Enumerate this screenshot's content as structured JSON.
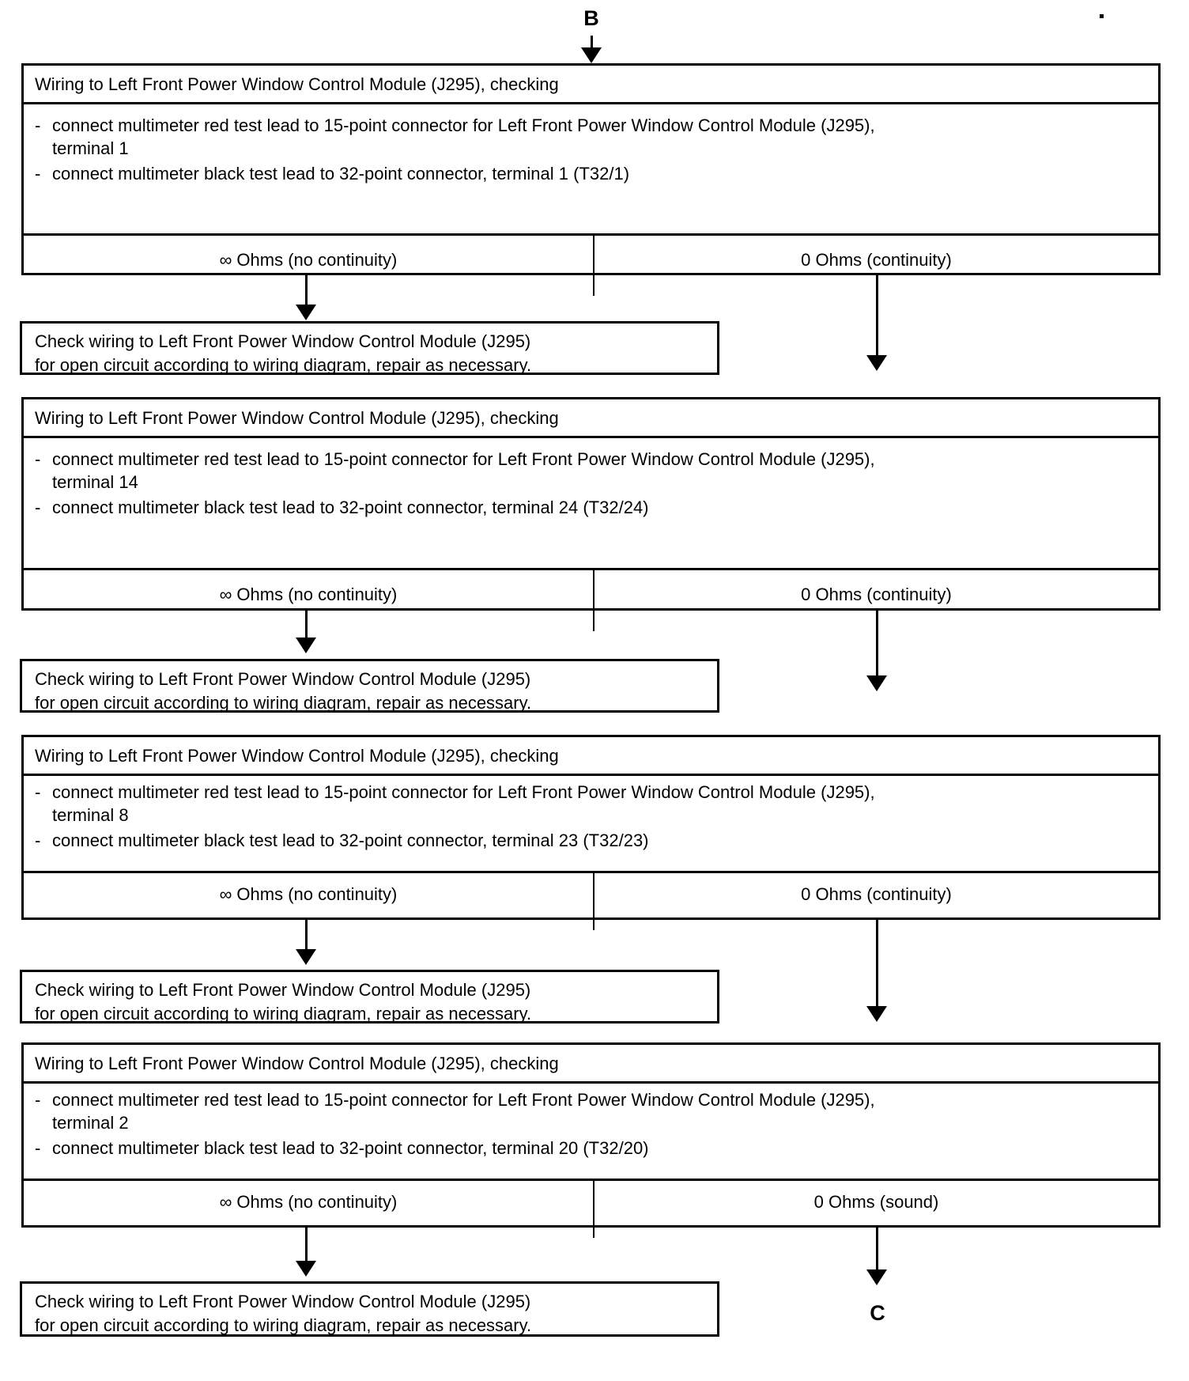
{
  "title": "Wiring check flowchart — Left Front Power Window Control Module (J295)",
  "connectors": {
    "entry_label": "B",
    "exit_label": "C"
  },
  "common": {
    "block_header": "Wiring to Left Front Power Window Control Module (J295), checking",
    "dash": "-",
    "result_no_continuity": "∞ Ohms  (no continuity)",
    "result_continuity": "0 Ohms  (continuity)",
    "result_sound": "0 Ohms  (sound)"
  },
  "blocks": [
    {
      "id": "block-1",
      "header": "Wiring to Left Front Power Window Control Module (J295), checking",
      "bullets": [
        "connect multimeter red test lead to 15-point connector for Left Front Power Window Control  Module (J295), terminal 1",
        "connect multimeter black test lead to 32-point connector, terminal 1 (T32/1)"
      ],
      "bullet_line1": "connect multimeter red test lead to 15-point connector for Left Front Power Window Control  Module (J295),",
      "bullet_line2": "terminal 1",
      "bullet_line3": "connect multimeter black test lead to 32-point connector, terminal 1 (T32/1)",
      "result_left": "∞ Ohms  (no continuity)",
      "result_right": "0 Ohms  (continuity)"
    },
    {
      "id": "block-2",
      "header": "Wiring to Left Front Power Window Control Module (J295), checking",
      "bullet_line1": "connect multimeter red test lead to 15-point connector for Left Front Power Window Control  Module (J295),",
      "bullet_line2": "terminal 14",
      "bullet_line3": "connect multimeter black test lead to 32-point connector, terminal 24 (T32/24)",
      "result_left": "∞ Ohms  (no continuity)",
      "result_right": "0 Ohms  (continuity)"
    },
    {
      "id": "block-3",
      "header": "Wiring to Left Front Power Window Control Module (J295), checking",
      "bullet_line1": "connect multimeter red test lead to 15-point connector for Left Front Power Window Control Module (J295),",
      "bullet_line2": "terminal 8",
      "bullet_line3": "connect multimeter black test lead to 32-point connector, terminal 23 (T32/23)",
      "result_left": "∞ Ohms  (no continuity)",
      "result_right": "0 Ohms  (continuity)"
    },
    {
      "id": "block-4",
      "header": "Wiring to Left Front Power Window Control Module (J295), checking",
      "bullet_line1": "connect multimeter red test lead to 15-point connector for Left Front Power Window Control Module (J295),",
      "bullet_line2": "terminal 2",
      "bullet_line3": "connect multimeter black test lead to 32-point connector, terminal 20 (T32/20)",
      "result_left": "∞ Ohms  (no continuity)",
      "result_right": "0 Ohms  (sound)"
    }
  ],
  "check_boxes": [
    {
      "id": "check-1",
      "line1": "Check wiring to Left Front Power Window Control Module (J295)",
      "line2": "for open circuit according to wiring diagram, repair as  necessary."
    },
    {
      "id": "check-2",
      "line1": "Check wiring to Left Front Power Window Control  Module (J295)",
      "line2": "for open circuit according to wiring  diagram, repair as necessary."
    },
    {
      "id": "check-3",
      "line1": "Check wiring  to  Left Front Power Window Control Module (J295)",
      "line2": "for open circuit according to wiring diagram, repair as  necessary."
    },
    {
      "id": "check-4",
      "line1": "Check wiring to Left Front Power Window Control Module (J295)",
      "line2": "for open circuit according to wiring diagram, repair as  necessary."
    }
  ],
  "colors": {
    "ink": "#000000",
    "paper": "#ffffff"
  }
}
